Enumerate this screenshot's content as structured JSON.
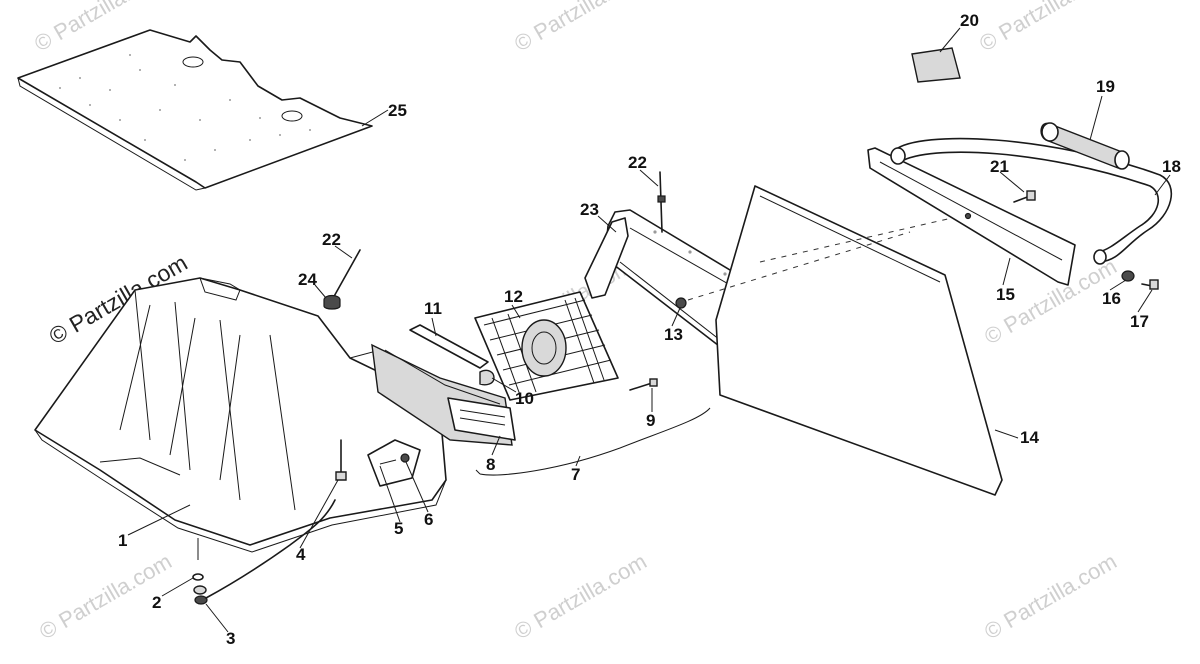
{
  "watermark": {
    "text": "© Partzilla.com",
    "prominent_text": "© Partzilla.com",
    "color": "#cfcfcf"
  },
  "callouts": [
    "1",
    "2",
    "3",
    "4",
    "5",
    "6",
    "7",
    "8",
    "9",
    "10",
    "11",
    "12",
    "13",
    "14",
    "15",
    "16",
    "17",
    "18",
    "19",
    "20",
    "21",
    "22",
    "22",
    "23",
    "24",
    "25"
  ]
}
